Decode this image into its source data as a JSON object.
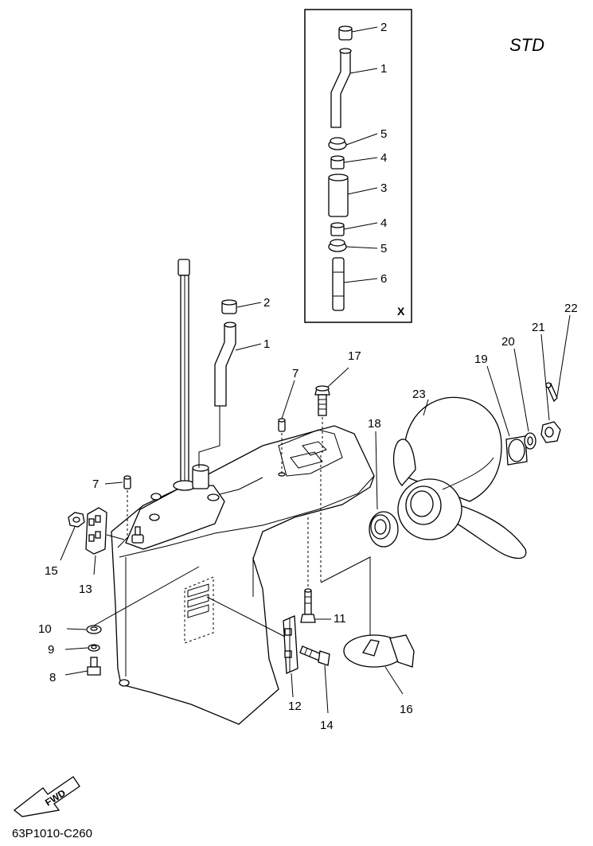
{
  "header": {
    "variant_label": "STD"
  },
  "footer": {
    "diagram_code": "63P1010-C260",
    "direction_label": "FWD"
  },
  "inset": {
    "view_label": "X"
  },
  "callouts": {
    "c1": "1",
    "c2": "2",
    "c3": "3",
    "c4": "4",
    "c5": "5",
    "c6": "6",
    "c7": "7",
    "c8": "8",
    "c9": "9",
    "c10": "10",
    "c11": "11",
    "c12": "12",
    "c13": "13",
    "c14": "14",
    "c15": "15",
    "c16": "16",
    "c17": "17",
    "c18": "18",
    "c19": "19",
    "c20": "20",
    "c21": "21",
    "c22": "22",
    "c23": "23"
  }
}
